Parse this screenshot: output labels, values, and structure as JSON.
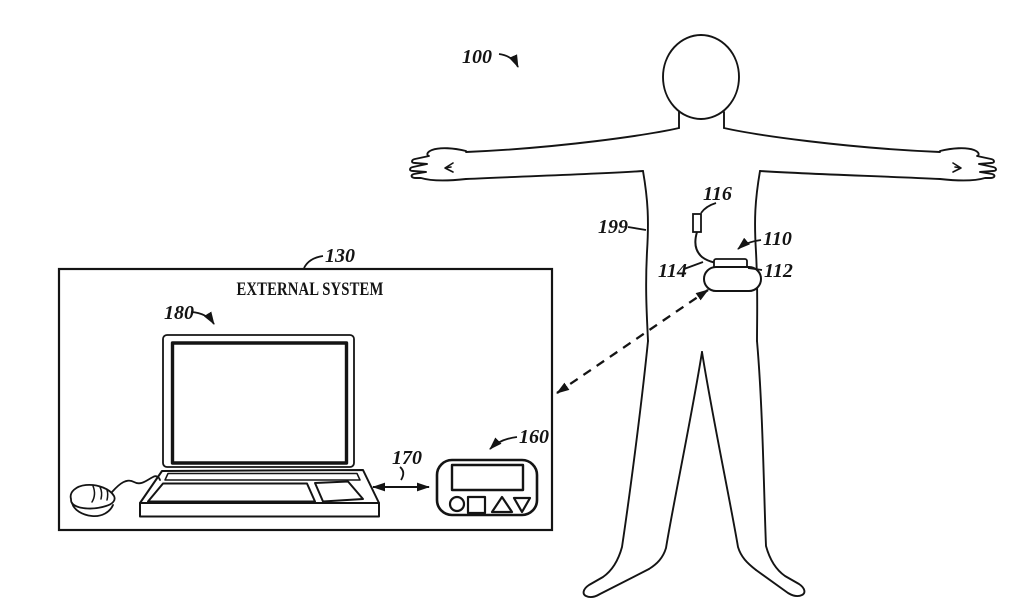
{
  "figure": {
    "title": "EXTERNAL SYSTEM",
    "ink_color": "#141414",
    "background_color": "#ffffff",
    "ref_labels": {
      "system": "100",
      "patient_body": "199",
      "implantable_device": "110",
      "device_can": "112",
      "lead": "114",
      "electrode": "116",
      "external_system": "130",
      "programmer": "160",
      "link_cable": "170",
      "computer": "180"
    }
  }
}
